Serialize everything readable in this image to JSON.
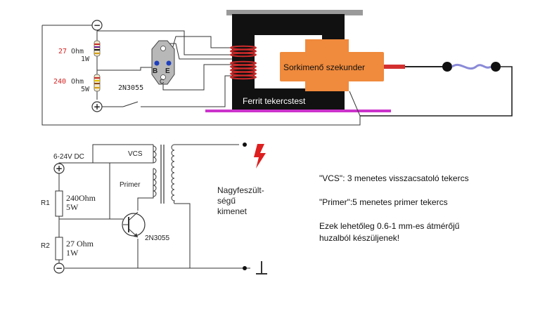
{
  "top": {
    "r_small_value": "27",
    "r_small_unit": "Ohm",
    "r_small_power": "1W",
    "r_large_value": "240",
    "r_large_unit": "Ohm",
    "r_large_power": "5W",
    "transistor_label": "2N3055",
    "pin_b": "B",
    "pin_e": "E",
    "pin_c": "C",
    "secondary_label": "Sorkimenő szekunder",
    "core_label": "Ferrit tekercstest",
    "minus_symbol": "−",
    "plus_symbol": "+"
  },
  "schematic": {
    "supply_label": "6-24V DC",
    "vcs_label": "VCS",
    "primer_label": "Primer",
    "r1_label": "R1",
    "r1_value": "240Ohm",
    "r1_power": "5W",
    "r2_label": "R2",
    "r2_value": "27 Ohm",
    "r2_power": "1W",
    "transistor_label": "2N3055",
    "output_line1": "Nagyfeszült-",
    "output_line2": "ségű",
    "output_line3": "kimenet",
    "plus_symbol": "+",
    "minus_symbol": "−"
  },
  "notes": {
    "vcs_note": "\"VCS\": 3 menetes visszacsatoló tekercs",
    "primer_note": "\"Primer\":5 menetes primer tekercs",
    "wire_note_line1": "Ezek lehetőleg 0.6-1 mm-es átmérőjű",
    "wire_note_line2": "huzalból készüljenek!"
  },
  "colors": {
    "core": "#111111",
    "secondary_block": "#f08a3c",
    "winding": "#cc2a2a",
    "magenta_bar": "#cc33cc",
    "spark": "#dd1f1f",
    "resistor_value_red": "#d62020"
  }
}
